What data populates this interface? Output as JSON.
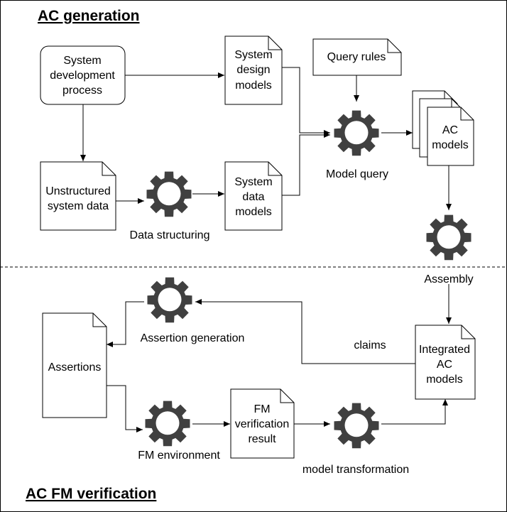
{
  "sections": {
    "top_title": "AC generation",
    "bottom_title": "AC FM verification"
  },
  "nodes": {
    "sys_dev": [
      "System",
      "development",
      "process"
    ],
    "sys_design": [
      "System",
      "design",
      "models"
    ],
    "query_rules": [
      "Query rules"
    ],
    "unstructured": [
      "Unstructured",
      "system data"
    ],
    "sys_data": [
      "System",
      "data",
      "models"
    ],
    "ac_models": [
      "AC",
      "models"
    ],
    "assertions": [
      "Assertions"
    ],
    "fm_result": [
      "FM",
      "verification",
      "result"
    ],
    "integrated": [
      "Integrated",
      "AC",
      "models"
    ]
  },
  "processes": {
    "data_structuring": "Data structuring",
    "model_query": "Model query",
    "assembly": "Assembly",
    "assertion_generation": "Assertion generation",
    "fm_environment": "FM environment",
    "model_transformation": "model transformation"
  },
  "edge_labels": {
    "claims": "claims"
  }
}
